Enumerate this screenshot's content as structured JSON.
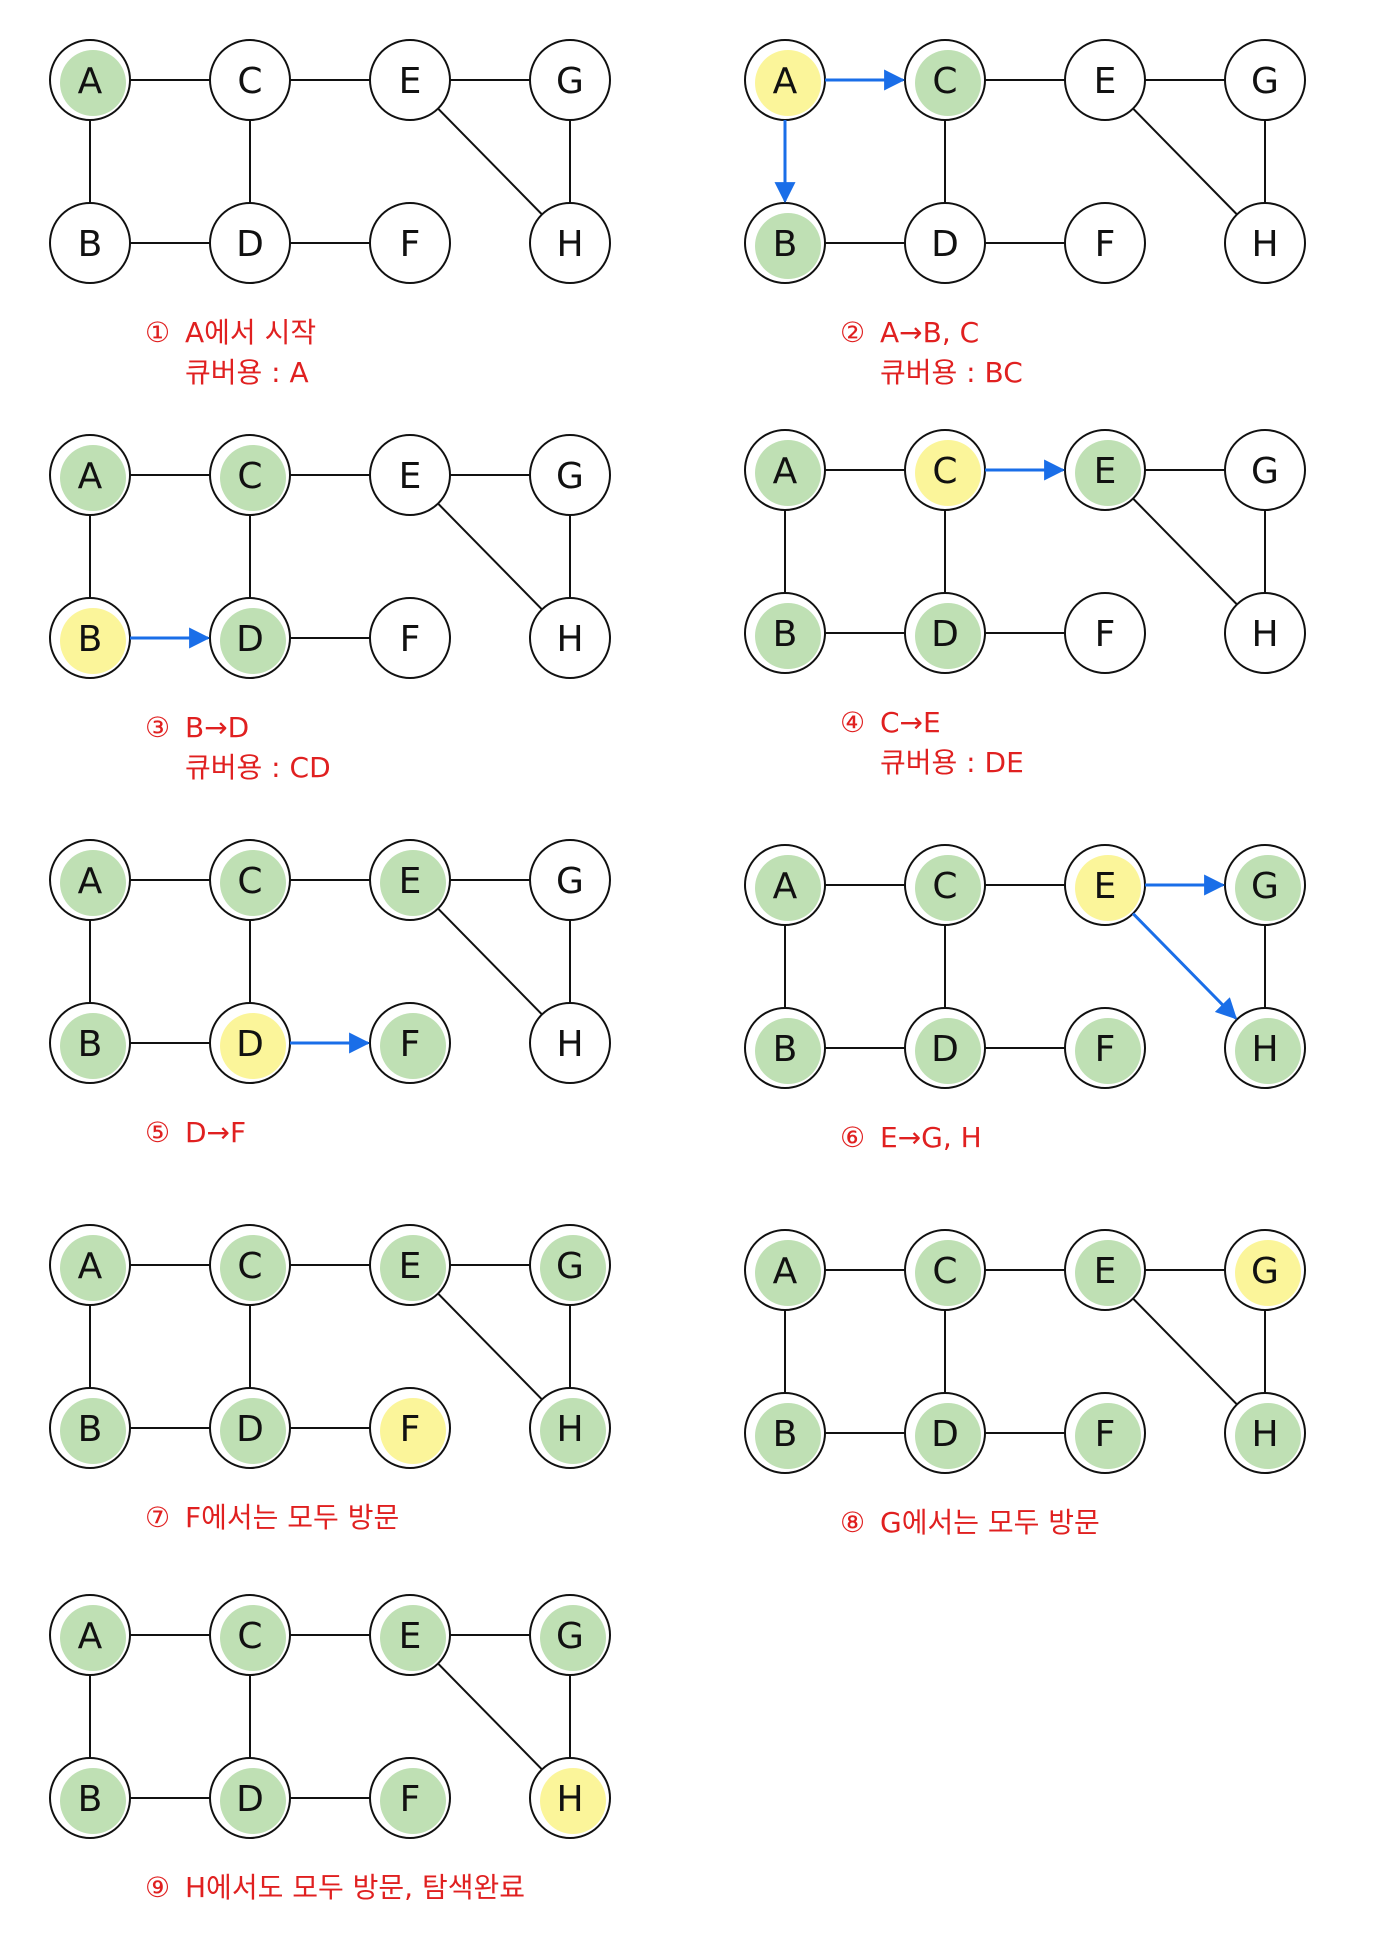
{
  "colors": {
    "visited": "#bfe0b4",
    "current": "#fbf59a",
    "edge": "#111111",
    "arrow": "#1a6ee8",
    "caption": "#e02020"
  },
  "node_labels": {
    "A": "A",
    "B": "B",
    "C": "C",
    "D": "D",
    "E": "E",
    "F": "F",
    "G": "G",
    "H": "H"
  },
  "edges": [
    [
      "A",
      "C"
    ],
    [
      "C",
      "E"
    ],
    [
      "E",
      "G"
    ],
    [
      "A",
      "B"
    ],
    [
      "C",
      "D"
    ],
    [
      "G",
      "H"
    ],
    [
      "E",
      "H"
    ],
    [
      "B",
      "D"
    ],
    [
      "D",
      "F"
    ]
  ],
  "steps": [
    {
      "number": "①",
      "caption_lines": [
        "A에서 시작",
        "큐버용 : A"
      ],
      "states": {
        "A": "visited"
      },
      "arrows": []
    },
    {
      "number": "②",
      "caption_lines": [
        "A→B, C",
        "큐버용 : BC"
      ],
      "states": {
        "A": "current",
        "B": "visited",
        "C": "visited"
      },
      "arrows": [
        [
          "A",
          "C"
        ],
        [
          "A",
          "B"
        ]
      ]
    },
    {
      "number": "③",
      "caption_lines": [
        "B→D",
        "큐버용 : CD"
      ],
      "states": {
        "A": "visited",
        "B": "current",
        "C": "visited",
        "D": "visited"
      },
      "arrows": [
        [
          "B",
          "D"
        ]
      ]
    },
    {
      "number": "④",
      "caption_lines": [
        "C→E",
        "큐버용 : DE"
      ],
      "states": {
        "A": "visited",
        "B": "visited",
        "C": "current",
        "D": "visited",
        "E": "visited"
      },
      "arrows": [
        [
          "C",
          "E"
        ]
      ]
    },
    {
      "number": "⑤",
      "caption_lines": [
        "D→F"
      ],
      "states": {
        "A": "visited",
        "B": "visited",
        "C": "visited",
        "D": "current",
        "E": "visited",
        "F": "visited"
      },
      "arrows": [
        [
          "D",
          "F"
        ]
      ]
    },
    {
      "number": "⑥",
      "caption_lines": [
        "E→G, H"
      ],
      "states": {
        "A": "visited",
        "B": "visited",
        "C": "visited",
        "D": "visited",
        "E": "current",
        "F": "visited",
        "G": "visited",
        "H": "visited"
      },
      "arrows": [
        [
          "E",
          "G"
        ],
        [
          "E",
          "H"
        ]
      ]
    },
    {
      "number": "⑦",
      "caption_lines": [
        "F에서는 모두 방문"
      ],
      "states": {
        "A": "visited",
        "B": "visited",
        "C": "visited",
        "D": "visited",
        "E": "visited",
        "F": "current",
        "G": "visited",
        "H": "visited"
      },
      "arrows": []
    },
    {
      "number": "⑧",
      "caption_lines": [
        "G에서는 모두 방문"
      ],
      "states": {
        "A": "visited",
        "B": "visited",
        "C": "visited",
        "D": "visited",
        "E": "visited",
        "F": "visited",
        "G": "current",
        "H": "visited"
      },
      "arrows": []
    },
    {
      "number": "⑨",
      "caption_lines": [
        "H에서도 모두 방문, 탐색완료"
      ],
      "states": {
        "A": "visited",
        "B": "visited",
        "C": "visited",
        "D": "visited",
        "E": "visited",
        "F": "visited",
        "G": "visited",
        "H": "current"
      },
      "arrows": []
    }
  ]
}
